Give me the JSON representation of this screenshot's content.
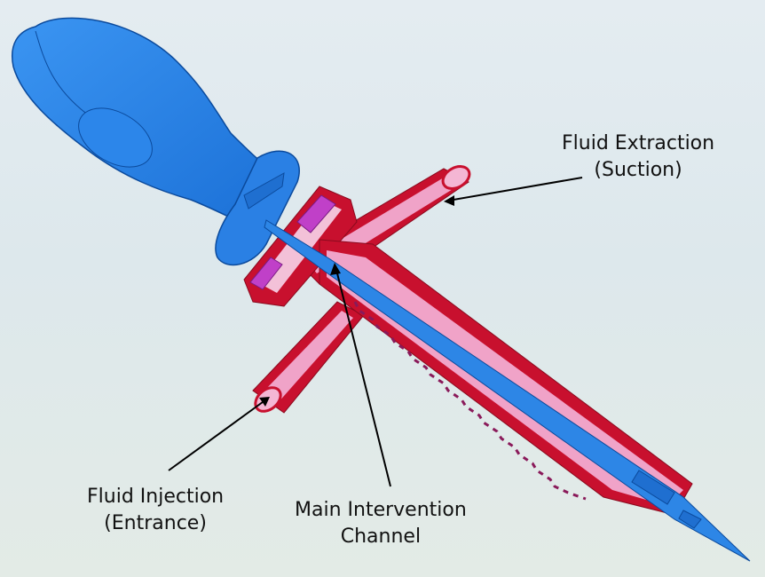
{
  "labels": {
    "extraction": {
      "line1": "Fluid Extraction",
      "line2": "(Suction)"
    },
    "injection": {
      "line1": "Fluid Injection",
      "line2": "(Entrance)"
    },
    "channel": {
      "line1": "Main Intervention",
      "line2": "Channel"
    }
  },
  "colors": {
    "handle": "#2a7fe0",
    "shaft": "#2d86e6",
    "body_outer": "#c8102e",
    "body_inner": "#f0a3c8",
    "connector": "#c040c8"
  }
}
